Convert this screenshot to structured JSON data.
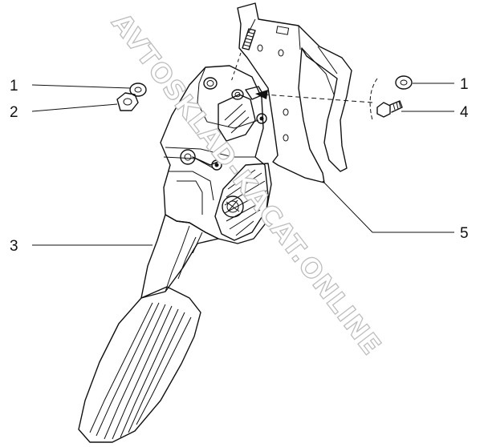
{
  "diagram": {
    "callouts": {
      "left_1": "1",
      "left_2": "2",
      "left_3": "3",
      "right_1": "1",
      "right_4": "4",
      "right_5": "5"
    },
    "watermark": "AVTOSKLAD-KACAT.ONLINE",
    "colors": {
      "line": "#111111",
      "background": "#ffffff",
      "watermark_outline": "#bdbdbd"
    }
  }
}
